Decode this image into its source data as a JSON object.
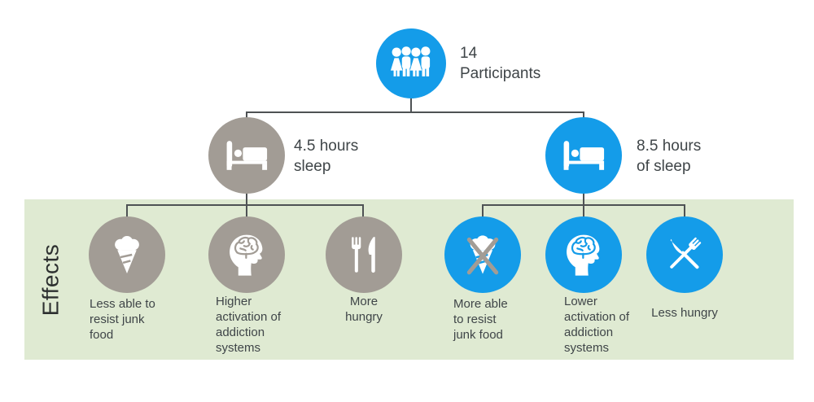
{
  "palette": {
    "blue": "#149ce9",
    "gray": "#a29c95",
    "band_green": "#dfead2",
    "connector": "#4e5254",
    "text": "#3f4548",
    "effects_title_text": "#2d3030"
  },
  "nodes": {
    "participants": {
      "label": "14\nParticipants",
      "icon": "people-group-icon",
      "color": "blue"
    },
    "sleep_short": {
      "label": "4.5 hours\nsleep",
      "icon": "bed-icon",
      "color": "gray"
    },
    "sleep_long": {
      "label": "8.5 hours\nof sleep",
      "icon": "bed-icon",
      "color": "blue"
    }
  },
  "effects": {
    "title": "Effects",
    "items": [
      {
        "label": "Less able to\nresist junk\nfood",
        "icon": "ice-cream-icon",
        "color": "gray",
        "group": "4.5 hours sleep"
      },
      {
        "label": "Higher\nactivation of\naddiction\nsystems",
        "icon": "brain-head-icon",
        "color": "gray",
        "group": "4.5 hours sleep"
      },
      {
        "label": "More\nhungry",
        "icon": "fork-and-knife-icon",
        "color": "gray",
        "group": "4.5 hours sleep"
      },
      {
        "label": "More able\nto resist\njunk food",
        "icon": "crossed-ice-cream-icon",
        "color": "blue",
        "group": "8.5 hours sleep"
      },
      {
        "label": "Lower\nactivation of\naddiction\nsystems",
        "icon": "brain-head-icon",
        "color": "blue",
        "group": "8.5 hours sleep"
      },
      {
        "label": "Less hungry",
        "icon": "crossed-fork-and-knife-icon",
        "color": "blue",
        "group": "8.5 hours sleep"
      }
    ]
  }
}
